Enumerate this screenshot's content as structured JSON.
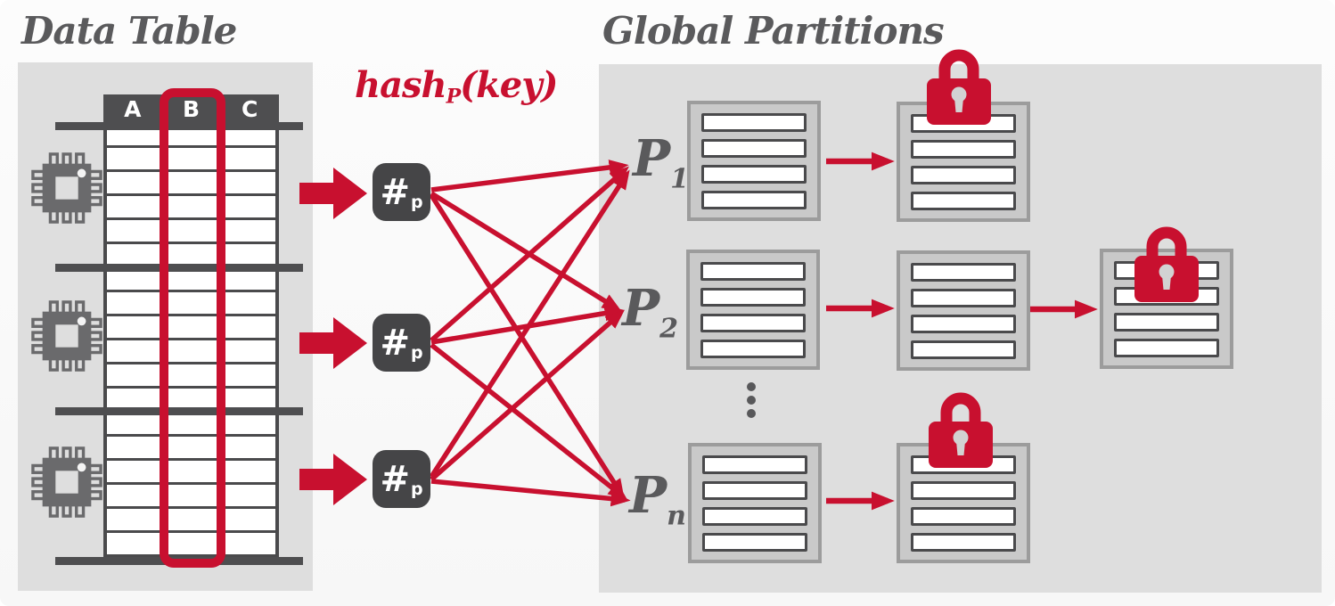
{
  "colors": {
    "accent_red": "#c8102f",
    "dark_gray": "#4e4e50",
    "title_gray": "#5a5a5c",
    "panel_gray": "#dedede",
    "box_fill": "#c9c9c9",
    "box_border": "#9c9c9c"
  },
  "left_section": {
    "title": "Data Table",
    "table": {
      "columns": [
        "A",
        "B",
        "C"
      ],
      "sections": 3,
      "rows_per_section": 6,
      "highlighted_column": "B"
    },
    "cpu_icon_count": 3
  },
  "hash": {
    "formula": {
      "base": "hash",
      "sub": "P",
      "args": "(key)"
    },
    "nodes": [
      {
        "symbol": "#",
        "sub": "p"
      },
      {
        "symbol": "#",
        "sub": "p"
      },
      {
        "symbol": "#",
        "sub": "p"
      }
    ]
  },
  "right_section": {
    "title": "Global Partitions",
    "bars_per_box": 4,
    "ellipsis_dots": 3,
    "rows": [
      {
        "label": {
          "base": "P",
          "sub": "1"
        },
        "stages": [
          {
            "locked": false
          },
          {
            "locked": true
          }
        ]
      },
      {
        "label": {
          "base": "P",
          "sub": "2"
        },
        "stages": [
          {
            "locked": false
          },
          {
            "locked": false
          },
          {
            "locked": true
          }
        ]
      },
      {
        "label": {
          "base": "P",
          "sub": "n"
        },
        "stages": [
          {
            "locked": false
          },
          {
            "locked": true
          }
        ]
      }
    ]
  }
}
